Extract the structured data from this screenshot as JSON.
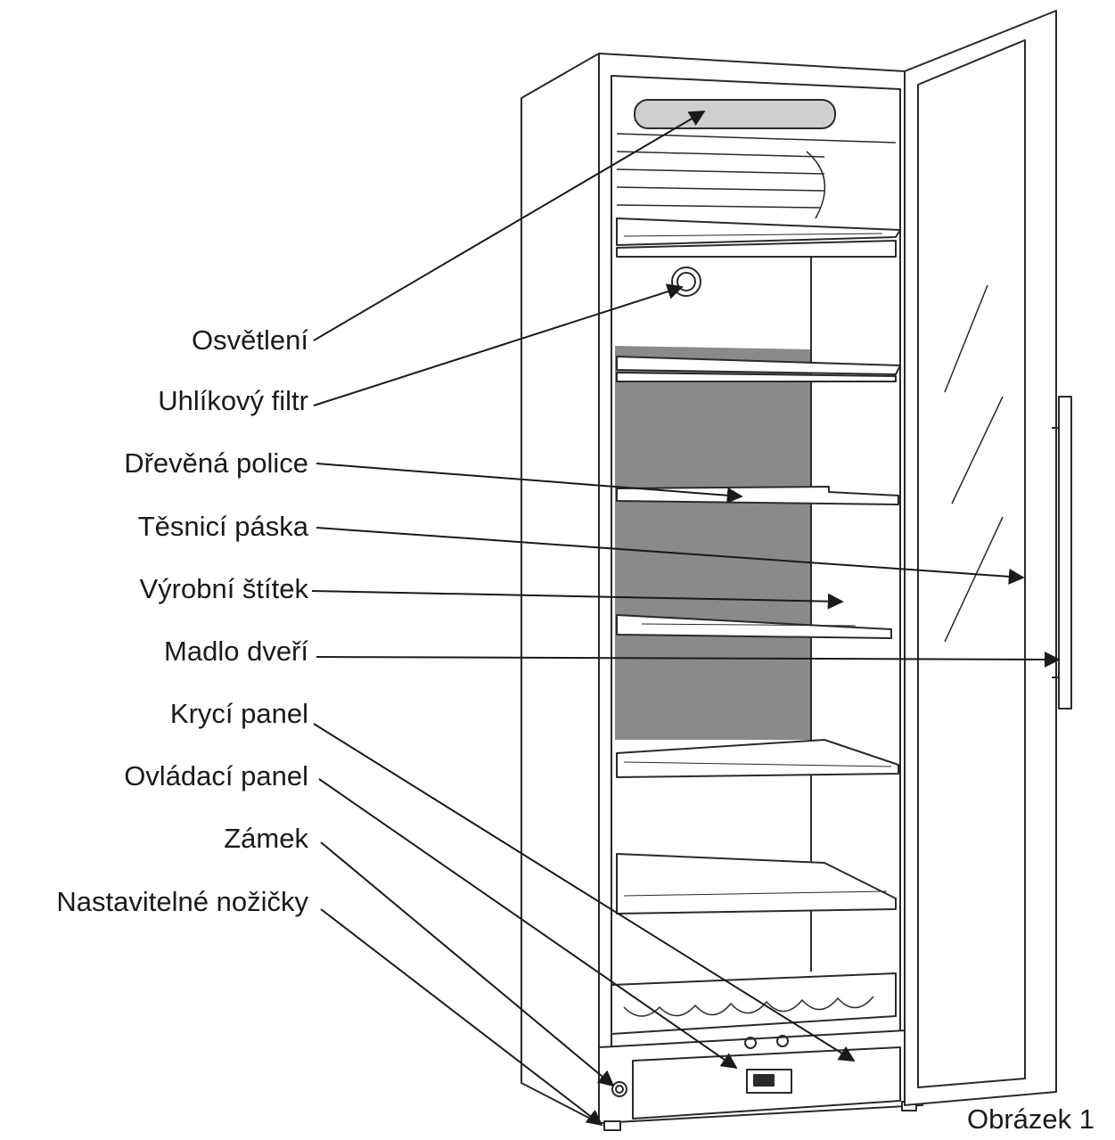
{
  "labels": [
    {
      "id": "osvetleni",
      "text": "Osvětlení"
    },
    {
      "id": "uhlikovy-filtr",
      "text": "Uhlíkový filtr"
    },
    {
      "id": "drevena-police",
      "text": "Dřevěná police"
    },
    {
      "id": "tesnici-paska",
      "text": "Těsnicí páska"
    },
    {
      "id": "vyrobni-stitek",
      "text": "Výrobní štítek"
    },
    {
      "id": "madlo-dveri",
      "text": "Madlo dveří"
    },
    {
      "id": "kryci-panel",
      "text": "Krycí panel"
    },
    {
      "id": "ovladaci-panel",
      "text": "Ovládací panel"
    },
    {
      "id": "zamek",
      "text": "Zámek"
    },
    {
      "id": "nastavitelne-nozicky",
      "text": "Nastavitelné nožičky"
    }
  ],
  "caption": "Obrázek 1",
  "colors": {
    "line": "#2a2a2a",
    "back_panel": "#8a8a8a",
    "light_bar": "#cfcfcf"
  }
}
